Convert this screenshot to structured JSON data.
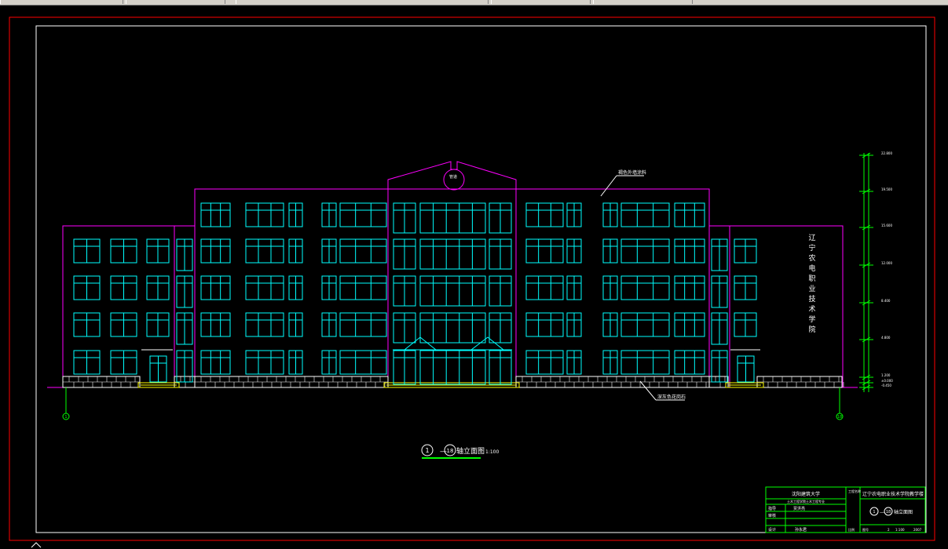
{
  "drawing": {
    "title_circle_start": "1",
    "title_circle_end": "18",
    "title_dash": "—",
    "title_text": "轴立面图",
    "title_scale": "1:100",
    "top_label": "管道",
    "callout_roof": "褐色外墙涂料",
    "callout_base": "深灰色花岗石",
    "vertical_name": "辽宁农电职业技术学院",
    "axis_left": "1",
    "axis_right": "18",
    "elevations": [
      "22.800",
      "19.500",
      "15.600",
      "12.000",
      "8.400",
      "4.800",
      "1.200",
      "±0.000",
      "-0.450"
    ]
  },
  "title_block": {
    "school": "沈阳建筑大学",
    "dept": "土木工程学院土木工程专业",
    "role1": "指导",
    "name1": "贾洪亮",
    "role2": "审核",
    "role3": "设计",
    "name3": "孙永君",
    "project_label": "工程名称",
    "project": "辽宁农电职业技术学院教学楼",
    "drawing_name_circle_a": "1",
    "drawing_name_circle_b": "18",
    "drawing_name": "轴立面图",
    "scale_label": "比例",
    "scale": "1:100",
    "no_label": "图号",
    "no": "2",
    "date": "2007"
  }
}
